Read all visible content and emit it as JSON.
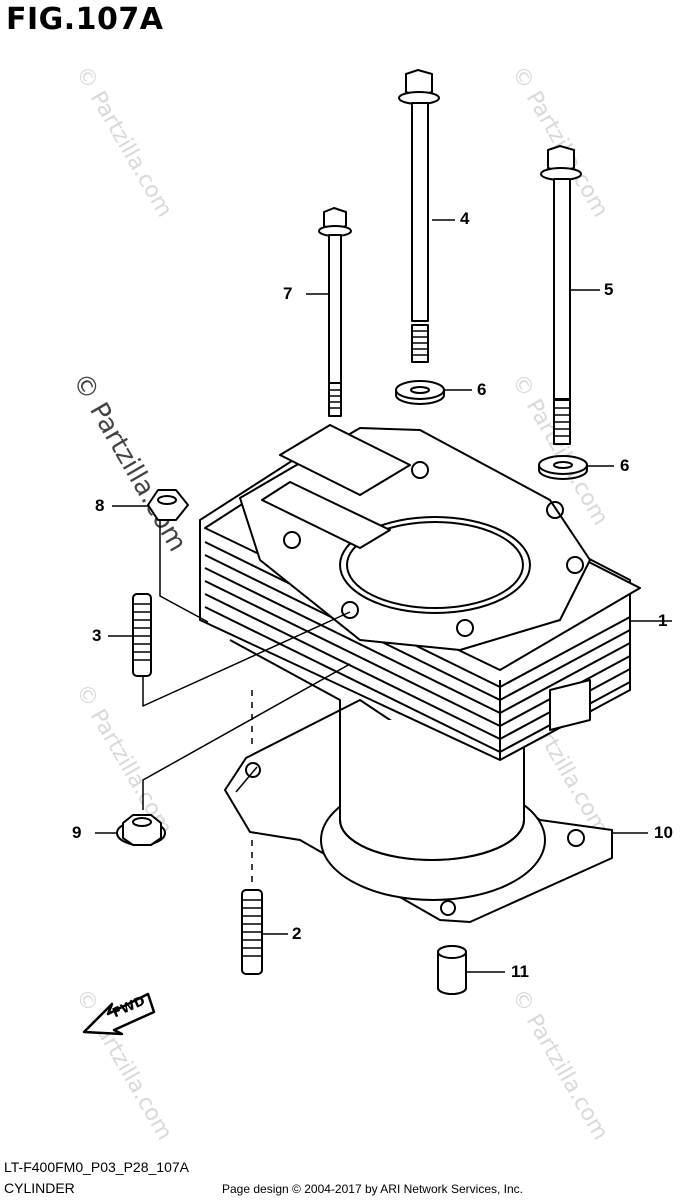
{
  "figure": {
    "title": "FIG.107A",
    "model_code": "LT-F400FM0_P03_P28_107A",
    "section_name": "CYLINDER",
    "credit": "Page design © 2004-2017 by ARI Network Services, Inc."
  },
  "watermark": "© Partzilla.com",
  "fwd_label": "FWD",
  "callouts": [
    {
      "id": "1",
      "label": "1"
    },
    {
      "id": "2",
      "label": "2"
    },
    {
      "id": "3",
      "label": "3"
    },
    {
      "id": "4",
      "label": "4"
    },
    {
      "id": "5",
      "label": "5"
    },
    {
      "id": "6a",
      "label": "6"
    },
    {
      "id": "6b",
      "label": "6"
    },
    {
      "id": "7",
      "label": "7"
    },
    {
      "id": "8",
      "label": "8"
    },
    {
      "id": "9",
      "label": "9"
    },
    {
      "id": "10",
      "label": "10"
    },
    {
      "id": "11",
      "label": "11"
    }
  ]
}
